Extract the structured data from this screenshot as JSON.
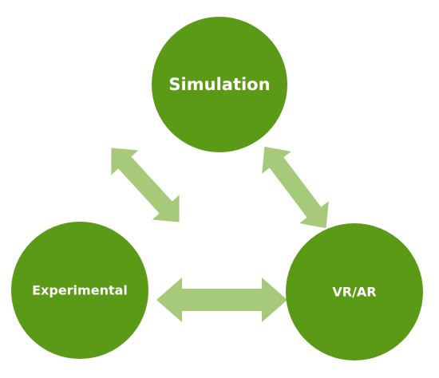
{
  "diagram": {
    "nodes": {
      "simulation": {
        "label": "Simulation"
      },
      "experimental": {
        "label": "Experimental"
      },
      "vrar": {
        "label": "VR/AR"
      }
    },
    "connections": [
      {
        "from": "simulation",
        "to": "experimental",
        "direction": "bidirectional"
      },
      {
        "from": "simulation",
        "to": "vrar",
        "direction": "bidirectional"
      },
      {
        "from": "experimental",
        "to": "vrar",
        "direction": "bidirectional"
      }
    ],
    "colors": {
      "node_fill": "#5a9a17",
      "arrow_fill": "#a6c97a"
    }
  }
}
